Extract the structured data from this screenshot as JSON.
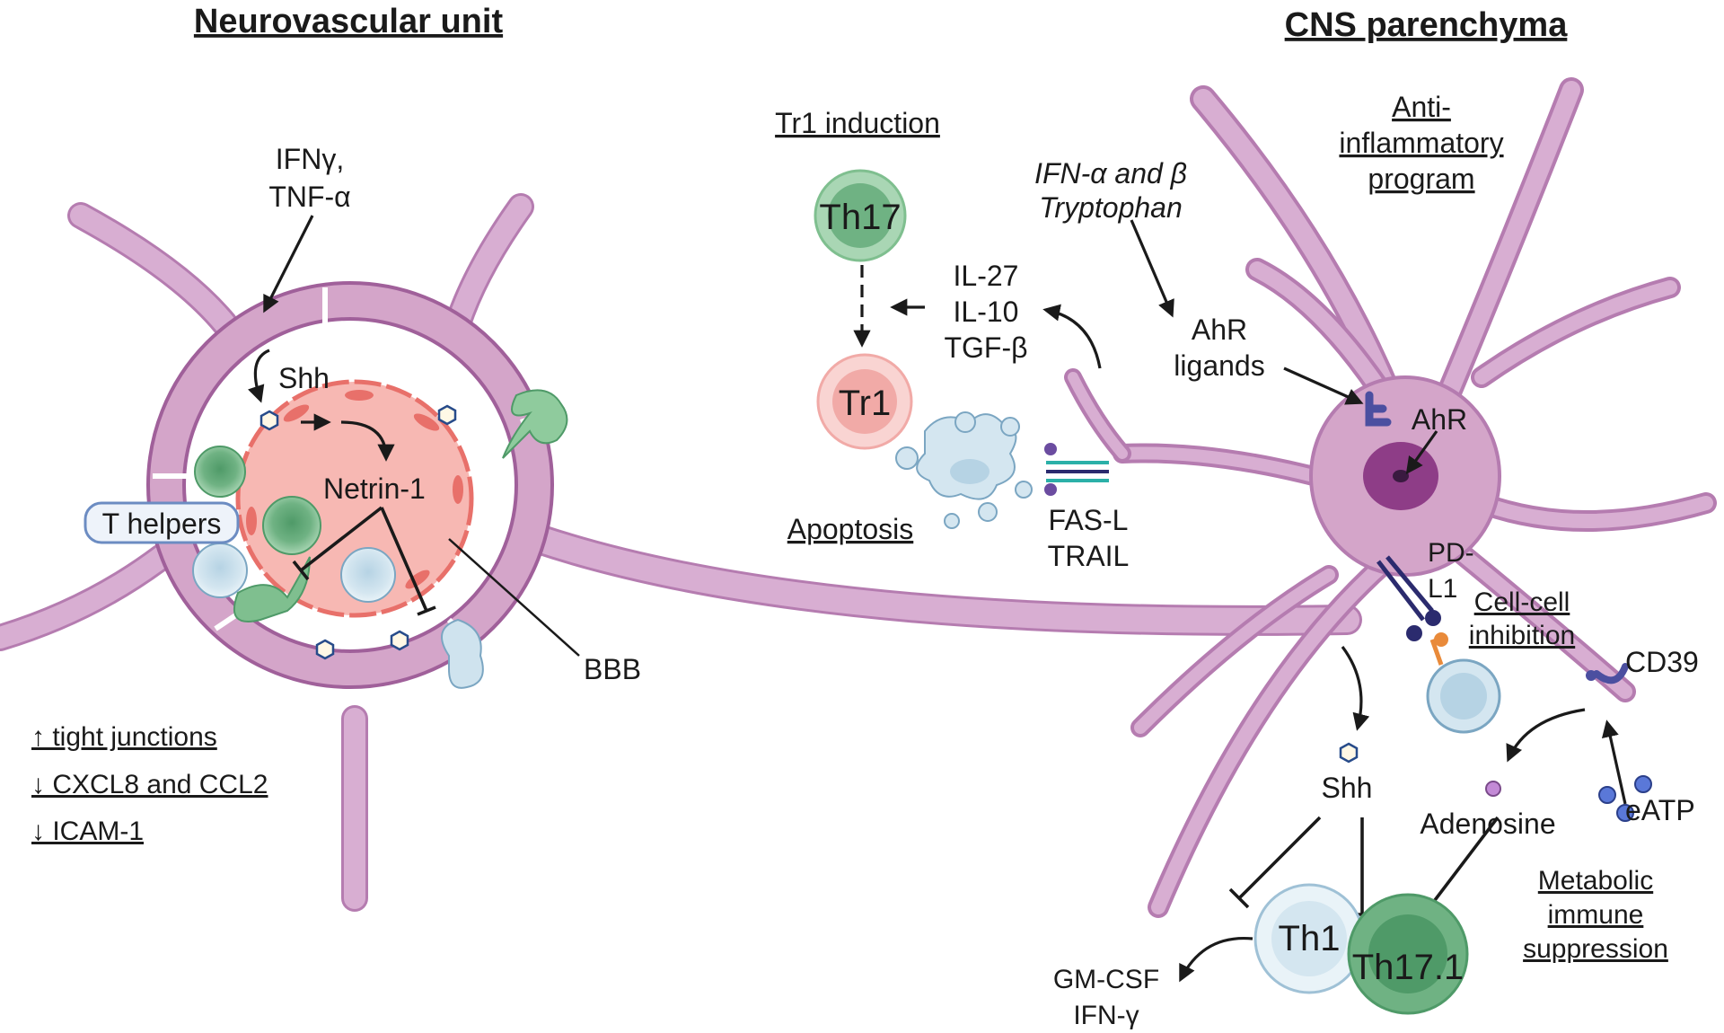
{
  "titles": {
    "left": "Neurovascular unit",
    "right": "CNS parenchyma"
  },
  "labels": {
    "ifn_gamma": "IFNγ,",
    "tnf_alpha": "TNF-α",
    "shh_left": "Shh",
    "netrin": "Netrin-1",
    "t_helpers": "T helpers",
    "bbb": "BBB",
    "tight_junctions": "↑ tight junctions",
    "cxcl8": "↓ CXCL8  and CCL2",
    "icam": "↓ ICAM-1",
    "tr1_induction": "Tr1 induction",
    "th17": "Th17",
    "tr1": "Tr1",
    "il27": "IL-27",
    "il10": "IL-10",
    "tgfb": "TGF-β",
    "apoptosis": "Apoptosis",
    "fasl": "FAS-L",
    "trail": "TRAIL",
    "ifn_ab": "IFN-α and β",
    "tryptophan": "Tryptophan",
    "ahr_ligands_1": "AhR",
    "ahr_ligands_2": "ligands",
    "ahr": "AhR",
    "anti_1": "Anti-",
    "anti_2": "inflammatory",
    "anti_3": "program",
    "pdl1_1": "PD-",
    "pdl1_2": "L1",
    "cellcell_1": "Cell-cell",
    "cellcell_2": "inhibition",
    "cd39": "CD39",
    "shh_right": "Shh",
    "adenosine": "Adenosine",
    "eatp": "eATP",
    "metabolic_1": "Metabolic",
    "metabolic_2": "immune",
    "metabolic_3": "suppression",
    "th1": "Th1",
    "th171": "Th17.1",
    "gmcsf": "GM-CSF",
    "ifng": "IFN-γ"
  },
  "colors": {
    "astrocyte": "#d4a5c9",
    "astrocyte_edge": "#a0609a",
    "nucleus": "#8e3d87",
    "vessel": "#f7b8b3",
    "endothelial": "#e8706a",
    "green_cell": "#7fbf8f",
    "blue_cell": "#cfe3ee",
    "pink_cell": "#f3b8b5"
  }
}
